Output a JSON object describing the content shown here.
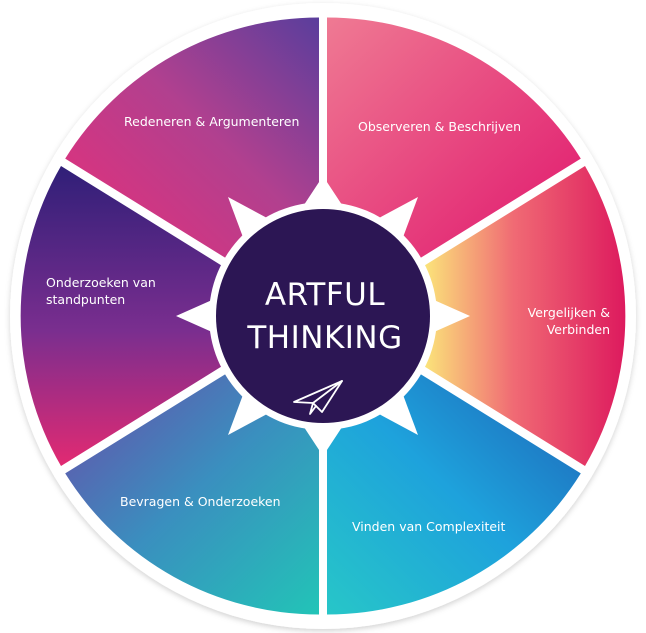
{
  "center": {
    "line1": "ARTFUL",
    "line2": "THINKING",
    "icon": "paper-plane-icon",
    "color": "#2c1654"
  },
  "segments": [
    {
      "id": "observeren",
      "label": "Observeren & Beschrijven",
      "colors": [
        "#ef7a93",
        "#e0156d"
      ]
    },
    {
      "id": "vergelijken",
      "label_lines": [
        "Vergelijken &",
        "Verbinden"
      ],
      "colors": [
        "#fbe77a",
        "#f06a74",
        "#dd1a5e"
      ]
    },
    {
      "id": "complexiteit",
      "label": "Vinden van Complexiteit",
      "colors": [
        "#27c6c8",
        "#1ea2dc",
        "#1f62b6"
      ]
    },
    {
      "id": "bevragen",
      "label": "Bevragen & Onderzoeken",
      "colors": [
        "#6a4aa8",
        "#3a8fbf",
        "#22c4b7"
      ]
    },
    {
      "id": "standpunten",
      "label_lines": [
        "Onderzoeken van",
        "standpunten"
      ],
      "colors": [
        "#301f78",
        "#7a2e8f",
        "#e22a72"
      ]
    },
    {
      "id": "redeneren",
      "label": "Redeneren & Argumenteren",
      "colors": [
        "#ea2e78",
        "#b1408f",
        "#5a3e9c"
      ]
    }
  ]
}
